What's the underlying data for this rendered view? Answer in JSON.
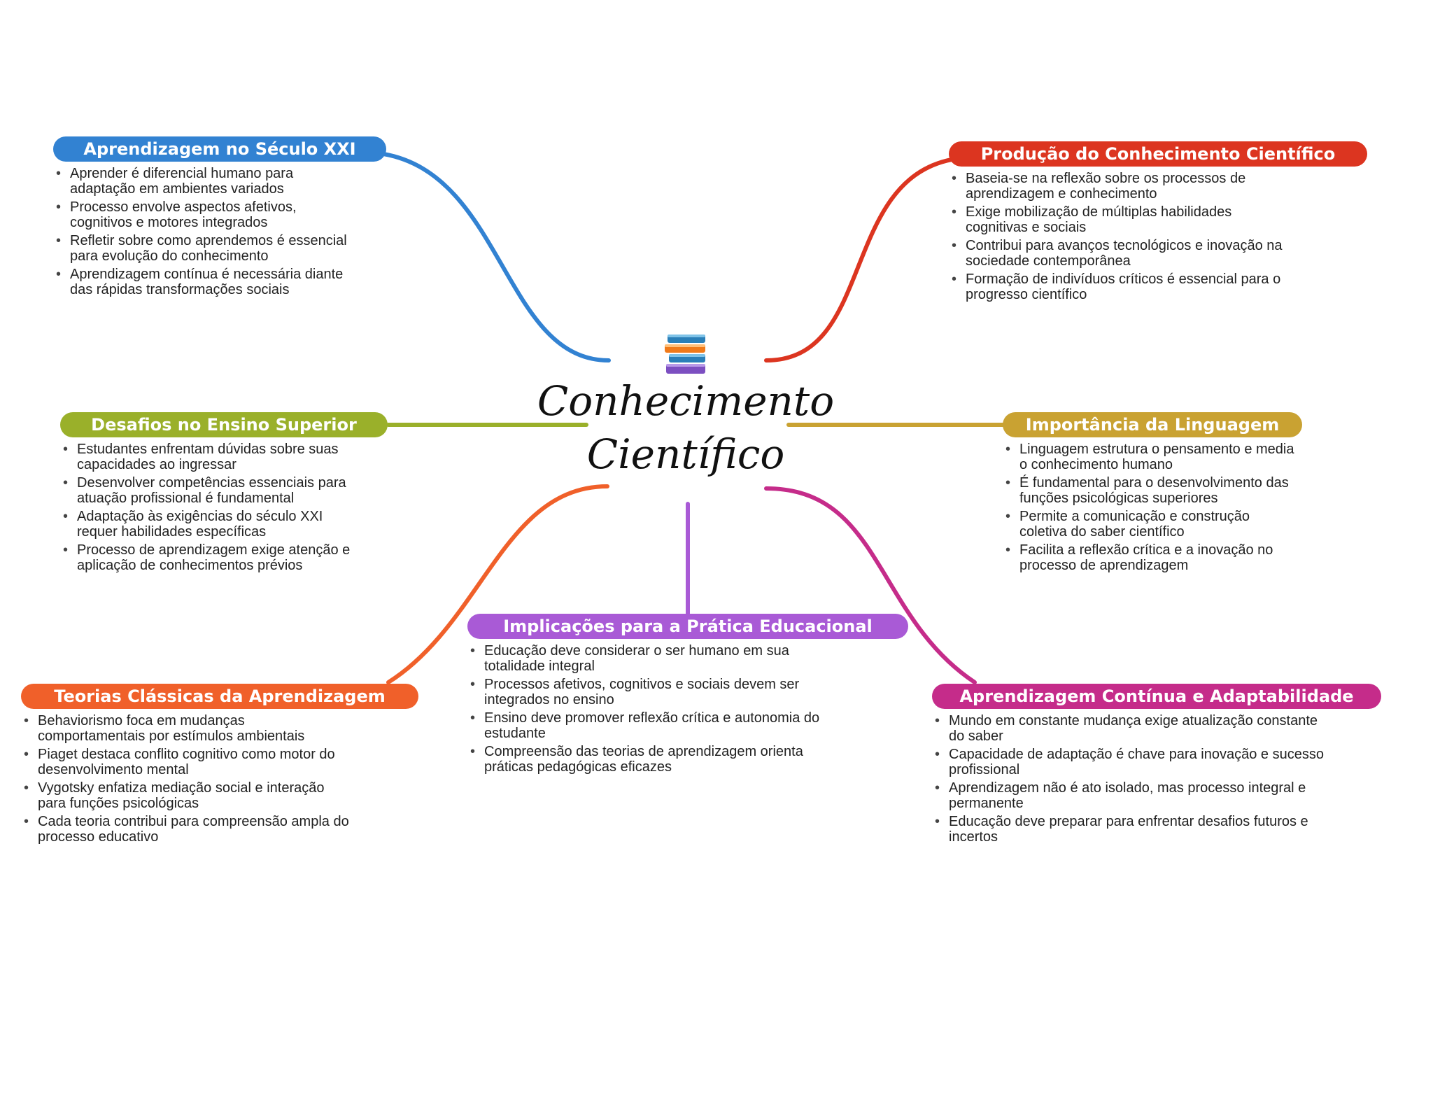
{
  "central": {
    "title_line1": "Conhecimento",
    "title_line2": "Científico",
    "icon": "books-icon"
  },
  "branches": [
    {
      "id": "seculo",
      "title": "Aprendizagem no Século XXI",
      "color": "#3282d2",
      "items": [
        "Aprender é diferencial humano para adaptação em ambientes variados",
        "Processo envolve aspectos afetivos, cognitivos e motores integrados",
        "Refletir sobre como aprendemos é essencial para evolução do conhecimento",
        "Aprendizagem contínua é necessária diante das rápidas transformações sociais"
      ]
    },
    {
      "id": "producao",
      "title": "Produção do Conhecimento Científico",
      "color": "#dc3520",
      "items": [
        "Baseia-se na reflexão sobre os processos de aprendizagem e conhecimento",
        "Exige mobilização de múltiplas habilidades cognitivas e sociais",
        "Contribui para avanços tecnológicos e inovação na sociedade contemporânea",
        "Formação de indivíduos críticos é essencial para o progresso científico"
      ]
    },
    {
      "id": "desafios",
      "title": "Desafios no Ensino Superior",
      "color": "#9ab02a",
      "items": [
        "Estudantes enfrentam dúvidas sobre suas capacidades ao ingressar",
        "Desenvolver competências essenciais para atuação profissional é fundamental",
        "Adaptação às exigências do século XXI requer habilidades específicas",
        "Processo de aprendizagem exige atenção e aplicação de conhecimentos prévios"
      ]
    },
    {
      "id": "linguagem",
      "title": "Importância da Linguagem",
      "color": "#c9a232",
      "items": [
        "Linguagem estrutura o pensamento e media o conhecimento humano",
        "É fundamental para o desenvolvimento das funções psicológicas superiores",
        "Permite a comunicação e construção coletiva do saber científico",
        "Facilita a reflexão crítica e a inovação no processo de aprendizagem"
      ]
    },
    {
      "id": "implicacoes",
      "title": "Implicações para a Prática Educacional",
      "color": "#a95ad6",
      "items": [
        "Educação deve considerar o ser humano em sua totalidade integral",
        "Processos afetivos, cognitivos e sociais devem ser integrados no ensino",
        "Ensino deve promover reflexão crítica e autonomia do estudante",
        "Compreensão das teorias de aprendizagem orienta práticas pedagógicas eficazes"
      ]
    },
    {
      "id": "teorias",
      "title": "Teorias Clássicas da Aprendizagem",
      "color": "#f0602a",
      "items": [
        "Behaviorismo foca em mudanças comportamentais por estímulos ambientais",
        "Piaget destaca conflito cognitivo como motor do desenvolvimento mental",
        "Vygotsky enfatiza mediação social e interação para funções psicológicas",
        "Cada teoria contribui para compreensão ampla do processo educativo"
      ]
    },
    {
      "id": "continua",
      "title": "Aprendizagem Contínua e Adaptabilidade",
      "color": "#c52c8a",
      "items": [
        "Mundo em constante mudança exige atualização constante do saber",
        "Capacidade de adaptação é chave para inovação e sucesso profissional",
        "Aprendizagem não é ato isolado, mas processo integral e permanente",
        "Educação deve preparar para enfrentar desafios futuros e incertos"
      ]
    }
  ]
}
